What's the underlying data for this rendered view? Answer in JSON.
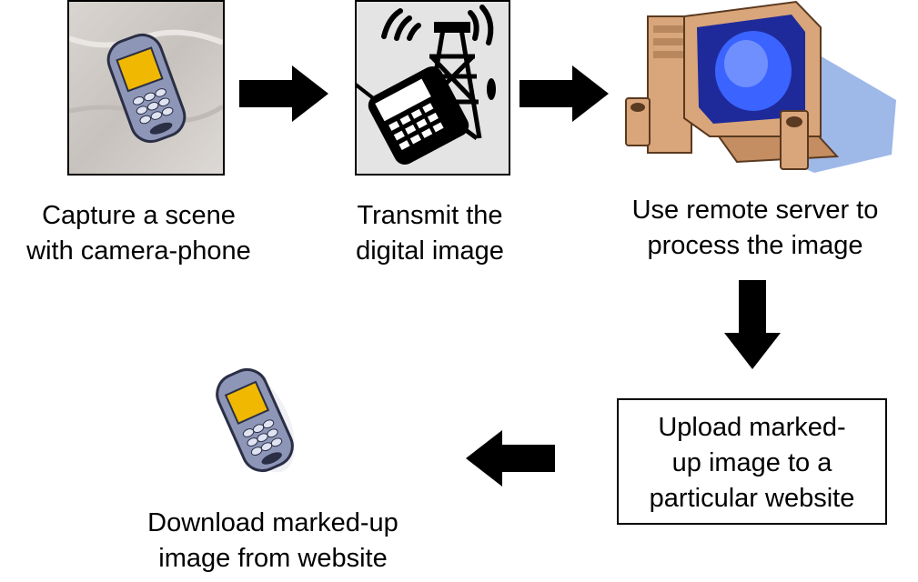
{
  "steps": {
    "capture": {
      "line1": "Capture a scene",
      "line2": "with camera-phone",
      "icon": "camera-phone-icon"
    },
    "transmit": {
      "line1": "Transmit the",
      "line2": "digital image",
      "icon": "transmission-tower-icon"
    },
    "process": {
      "line1": "Use remote server to",
      "line2": "process the image",
      "icon": "computer-server-icon"
    },
    "upload": {
      "line1": "Upload marked-",
      "line2": "up image to a",
      "line3": "particular website"
    },
    "download": {
      "line1": "Download marked-up",
      "line2": "image from website",
      "icon": "mobile-phone-icon"
    }
  },
  "colors": {
    "arrow": "#000000",
    "phone_body": "#8e96b8",
    "phone_screen": "#f0b800",
    "monitor_screen": "#3a63ff",
    "computer_case": "#d9a57a",
    "shadow": "#9eb8e8"
  }
}
